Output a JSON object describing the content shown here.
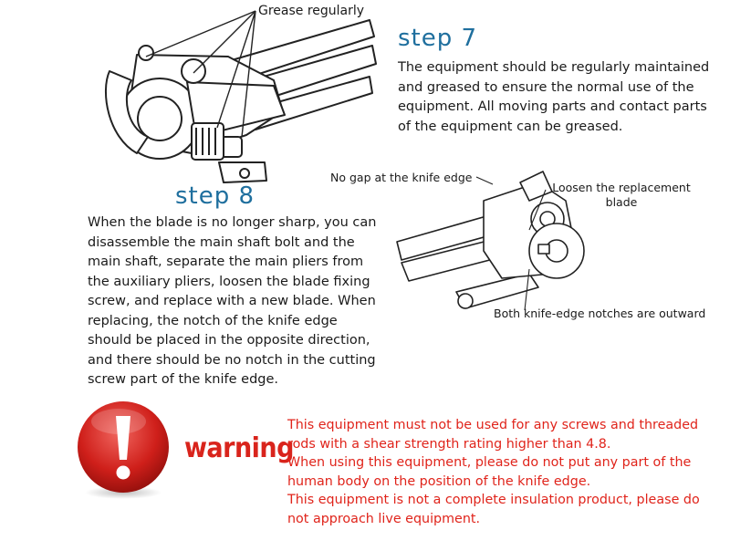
{
  "step7": {
    "heading": "step 7",
    "text": "The equipment should be regularly maintained and greased to ensure the normal use of the equipment. All moving parts and contact parts of the equipment can be greased.",
    "callout_grease": "Grease regularly"
  },
  "step8": {
    "heading": "step 8",
    "text": "When the blade is no longer sharp, you can disassemble the main shaft bolt and the main shaft, separate the main pliers from the auxiliary pliers, loosen the blade fixing screw, and replace with a new blade. When replacing, the notch of the knife edge should be placed in the opposite direction, and there should be no notch in the cutting screw part of the knife edge.",
    "callout_no_gap": "No gap at the knife edge",
    "callout_loosen": "Loosen the replacement blade",
    "callout_notches": "Both knife-edge notches are outward"
  },
  "warning": {
    "label": "warning",
    "lines": [
      "This equipment must not be used for any screws and threaded rods with a shear strength rating higher than 4.8.",
      "When using this equipment, please do not put any part of the human body on the position of the knife edge.",
      "This equipment is not a complete insulation product, please do not approach live equipment."
    ],
    "colors": {
      "accent": "#d9241c",
      "heading": "#1f6f9e"
    },
    "icon": "exclamation-circle-icon"
  }
}
